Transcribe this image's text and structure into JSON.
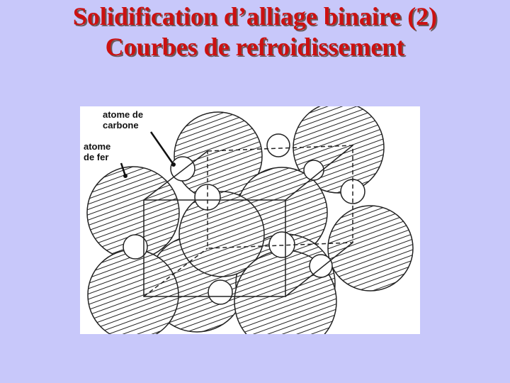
{
  "slide": {
    "title_line1": "Solidification d’alliage binaire (2)",
    "title_line2": "Courbes de refroidissement"
  },
  "figure": {
    "carbon_label_line1": "atome de",
    "carbon_label_line2": "carbone",
    "iron_label_line1": "atome",
    "iron_label_line2": "de fer"
  },
  "colors": {
    "background": "#c8c8fa",
    "title": "#cc1111"
  }
}
